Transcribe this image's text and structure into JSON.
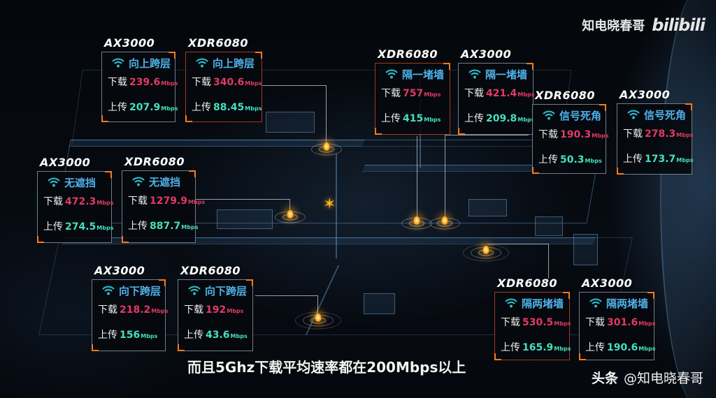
{
  "watermark": {
    "author": "知电晓春哥",
    "logo": "bilibili"
  },
  "subtitle": "而且5Ghz下载平均速率都在200Mbps以上",
  "credit": {
    "brand": "头条",
    "handle": "@知电晓春哥"
  },
  "colors": {
    "scenario": "#4fb1ea",
    "download": "#e03a66",
    "upload": "#44e0c0",
    "corner_accent": "#ff7a1a"
  },
  "labels": {
    "download": "下载",
    "upload": "上传",
    "unit": "Mbps"
  },
  "cards": [
    {
      "model": "AX3000",
      "scenario": "向上跨层",
      "download": "239.6",
      "upload": "207.9"
    },
    {
      "model": "XDR6080",
      "scenario": "向上跨层",
      "download": "340.6",
      "upload": "88.45"
    },
    {
      "model": "XDR6080",
      "scenario": "隔一堵墙",
      "download": "757",
      "upload": "415"
    },
    {
      "model": "AX3000",
      "scenario": "隔一堵墙",
      "download": "421.4",
      "upload": "209.8"
    },
    {
      "model": "XDR6080",
      "scenario": "信号死角",
      "download": "190.3",
      "upload": "50.3"
    },
    {
      "model": "AX3000",
      "scenario": "信号死角",
      "download": "278.3",
      "upload": "173.7"
    },
    {
      "model": "AX3000",
      "scenario": "无遮挡",
      "download": "472.3",
      "upload": "274.5"
    },
    {
      "model": "XDR6080",
      "scenario": "无遮挡",
      "download": "1279.9",
      "upload": "887.7"
    },
    {
      "model": "AX3000",
      "scenario": "向下跨层",
      "download": "218.2",
      "upload": "156"
    },
    {
      "model": "XDR6080",
      "scenario": "向下跨层",
      "download": "192",
      "upload": "43.6"
    },
    {
      "model": "XDR6080",
      "scenario": "隔两堵墙",
      "download": "530.5",
      "upload": "165.9"
    },
    {
      "model": "AX3000",
      "scenario": "隔两堵墙",
      "download": "301.6",
      "upload": "190.6"
    }
  ]
}
